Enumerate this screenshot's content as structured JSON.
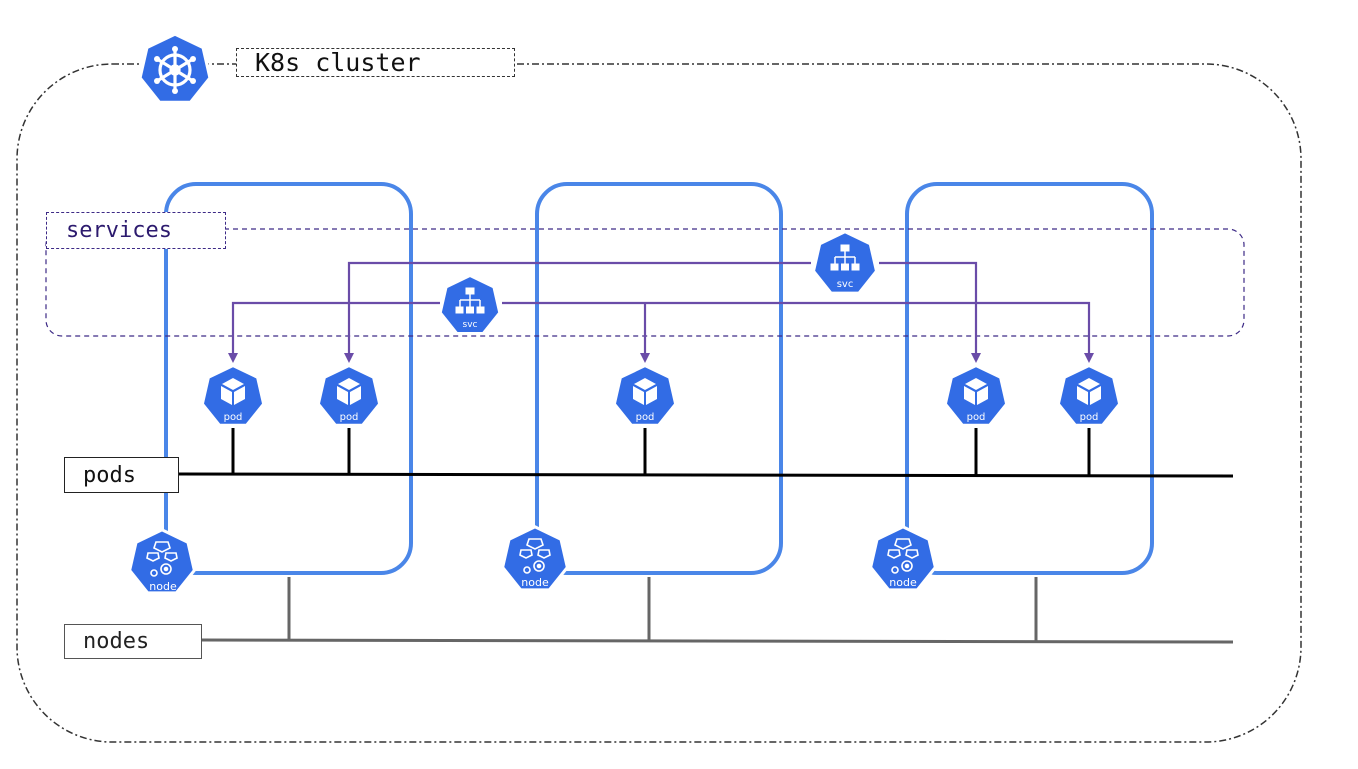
{
  "cluster": {
    "label": "K8s cluster",
    "logo_icon": "kubernetes-helm-icon"
  },
  "services": {
    "label": "services"
  },
  "pods": {
    "label": "pods"
  },
  "nodes": {
    "label": "nodes"
  },
  "icons": {
    "pod": {
      "text": "pod",
      "icon": "cube-icon"
    },
    "svc": {
      "text": "svc",
      "icon": "hierarchy-icon"
    },
    "node": {
      "text": "node",
      "icon": "node-components-icon"
    }
  },
  "colors": {
    "k8s_blue": "#326ce5",
    "node_border": "#4a86e8",
    "service_line": "#6a4ca8",
    "services_border": "#3d2a86",
    "pods_bus": "#000000",
    "nodes_bus": "#666666"
  }
}
